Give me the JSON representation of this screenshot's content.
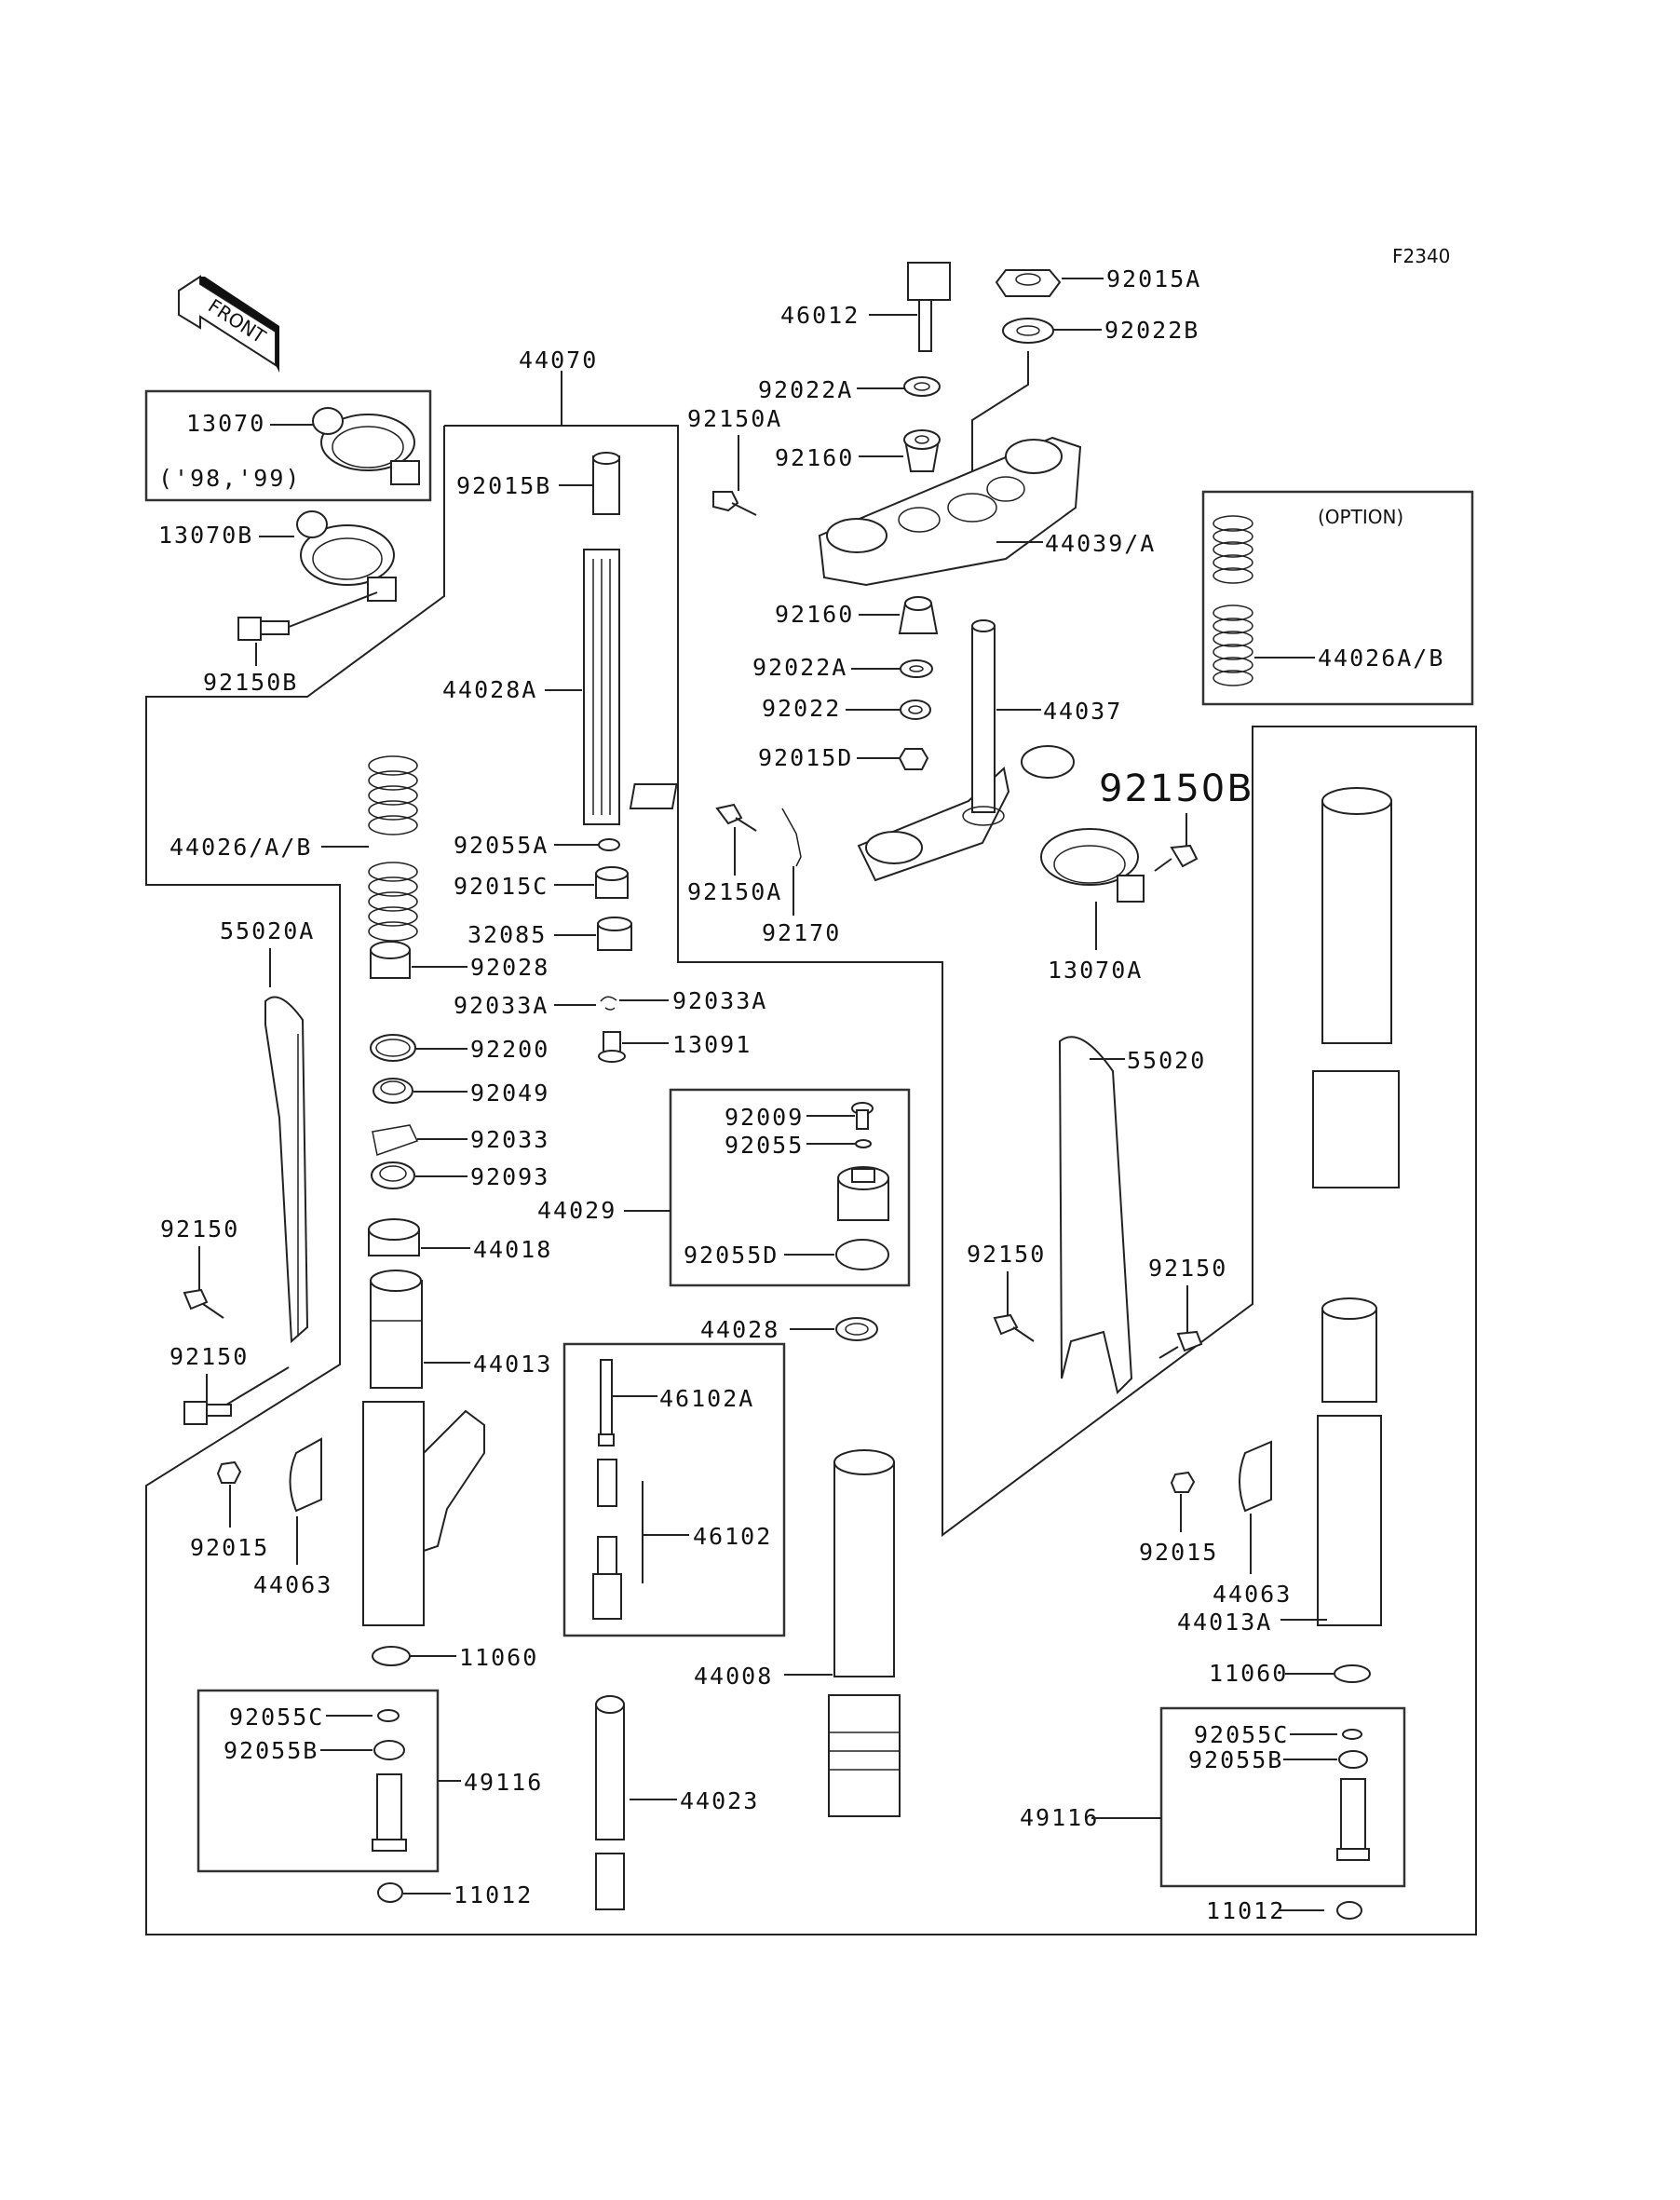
{
  "diagram": {
    "figure_code": "F2340",
    "front_indicator": "FRONT",
    "option_title": "(OPTION)",
    "year_note": "('98,'99)"
  },
  "labels": {
    "p44070": "44070",
    "p13070": "13070",
    "p13070B": "13070B",
    "p92150B_left": "92150B",
    "p92015B": "92015B",
    "p44028A": "44028A",
    "p46012": "46012",
    "p92015A": "92015A",
    "p92022B": "92022B",
    "p92022A_top": "92022A",
    "p92150A_top": "92150A",
    "p92160_top": "92160",
    "p44039A": "44039/A",
    "p44026AB_option": "44026A/B",
    "p92160_mid": "92160",
    "p92022A_mid": "92022A",
    "p92022": "92022",
    "p44037": "44037",
    "p92015D": "92015D",
    "p92150A_bot": "92150A",
    "p92170": "92170",
    "p92150B_big": "92150B",
    "p13070A": "13070A",
    "p44026AB_left": "44026/A/B",
    "p92055A": "92055A",
    "p92015C": "92015C",
    "p32085": "32085",
    "p55020A": "55020A",
    "p92028": "92028",
    "p92033A_left": "92033A",
    "p92033A_right": "92033A",
    "p92200": "92200",
    "p13091": "13091",
    "p92049": "92049",
    "p92033": "92033",
    "p92093": "92093",
    "p92009": "92009",
    "p92055": "92055",
    "p44029": "44029",
    "p92055D": "92055D",
    "p55020": "55020",
    "p92150_l1": "92150",
    "p92150_l2": "92150",
    "p44018": "44018",
    "p44028": "44028",
    "p92150_r1": "92150",
    "p92150_r2": "92150",
    "p44013": "44013",
    "p46102A": "46102A",
    "p92015_left": "92015",
    "p44063_left": "44063",
    "p46102": "46102",
    "p92015_right": "92015",
    "p44063_right": "44063",
    "p44013A": "44013A",
    "p11060_left": "11060",
    "p11060_right": "11060",
    "p44008": "44008",
    "p92055C_left": "92055C",
    "p92055B_left": "92055B",
    "p49116_left": "49116",
    "p44023": "44023",
    "p11012_left": "11012",
    "p92055C_right": "92055C",
    "p92055B_right": "92055B",
    "p49116_right": "49116",
    "p11012_right": "11012"
  }
}
